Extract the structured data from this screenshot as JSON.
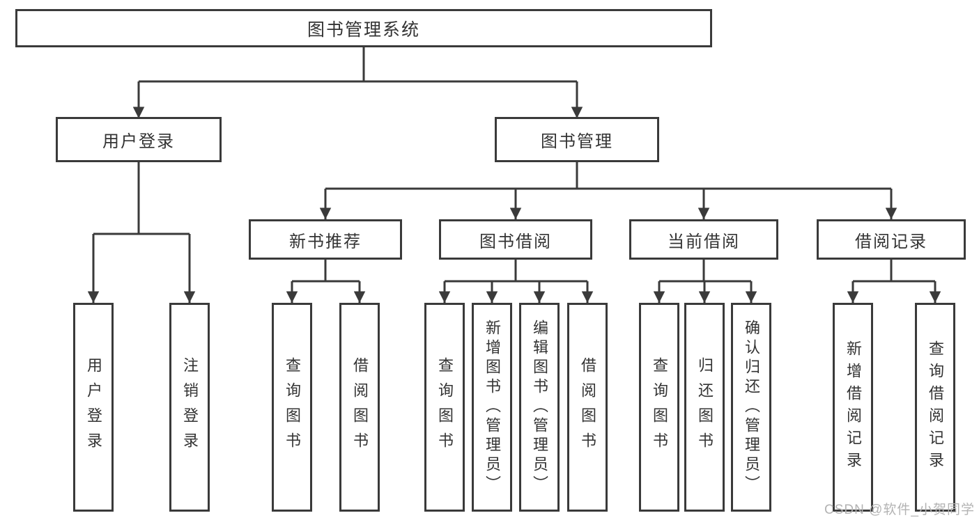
{
  "diagram": {
    "title": "图书管理系统",
    "nodes": {
      "root": {
        "label": "图书管理系统"
      },
      "l2": [
        {
          "label": "用户登录",
          "children_leaves": [
            0,
            1
          ]
        },
        {
          "label": "图书管理",
          "children_l3": [
            0,
            1,
            2,
            3
          ]
        }
      ],
      "l3": [
        {
          "label": "新书推荐",
          "children_leaves": [
            2,
            3
          ]
        },
        {
          "label": "图书借阅",
          "children_leaves": [
            4,
            5,
            6,
            7
          ]
        },
        {
          "label": "当前借阅",
          "children_leaves": [
            8,
            9,
            10
          ]
        },
        {
          "label": "借阅记录",
          "children_leaves": [
            11,
            12
          ]
        }
      ],
      "leaves": [
        {
          "label": "用户登录"
        },
        {
          "label": "注销登录"
        },
        {
          "label": "查询图书"
        },
        {
          "label": "借阅图书"
        },
        {
          "label": "查询图书"
        },
        {
          "label": "新增图书（管理员）"
        },
        {
          "label": "编辑图书（管理员）"
        },
        {
          "label": "借阅图书"
        },
        {
          "label": "查询图书"
        },
        {
          "label": "归还图书"
        },
        {
          "label": "确认归还（管理员）"
        },
        {
          "label": "新增借阅记录"
        },
        {
          "label": "查询借阅记录"
        }
      ]
    }
  },
  "watermark": {
    "text": "CSDN @软件_小贺同学"
  },
  "colors": {
    "line": "#3a3a3a",
    "text": "#333333",
    "background": "#ffffff",
    "watermark": "#b3b3b3"
  }
}
